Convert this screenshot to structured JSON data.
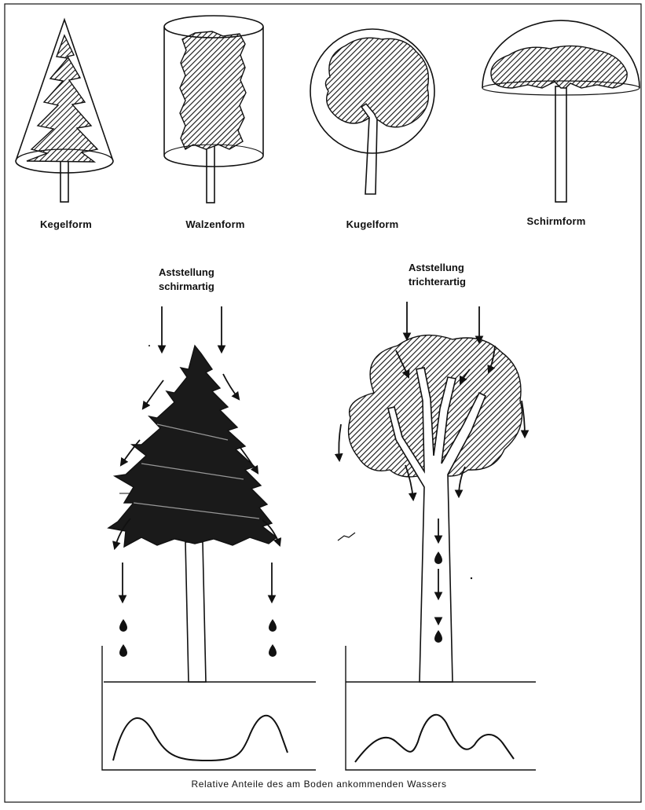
{
  "crown_forms": [
    {
      "label": "Kegelform"
    },
    {
      "label": "Walzenform"
    },
    {
      "label": "Kugelform"
    },
    {
      "label": "Schirmform"
    }
  ],
  "branch_arrangement": [
    {
      "line1": "Aststellung",
      "line2": "schirmartig"
    },
    {
      "line1": "Aststellung",
      "line2": "trichterartig"
    }
  ],
  "caption": "Relative Anteile des am Boden ankommenden Wassers",
  "colors": {
    "ink": "#111111",
    "paper": "#ffffff"
  }
}
